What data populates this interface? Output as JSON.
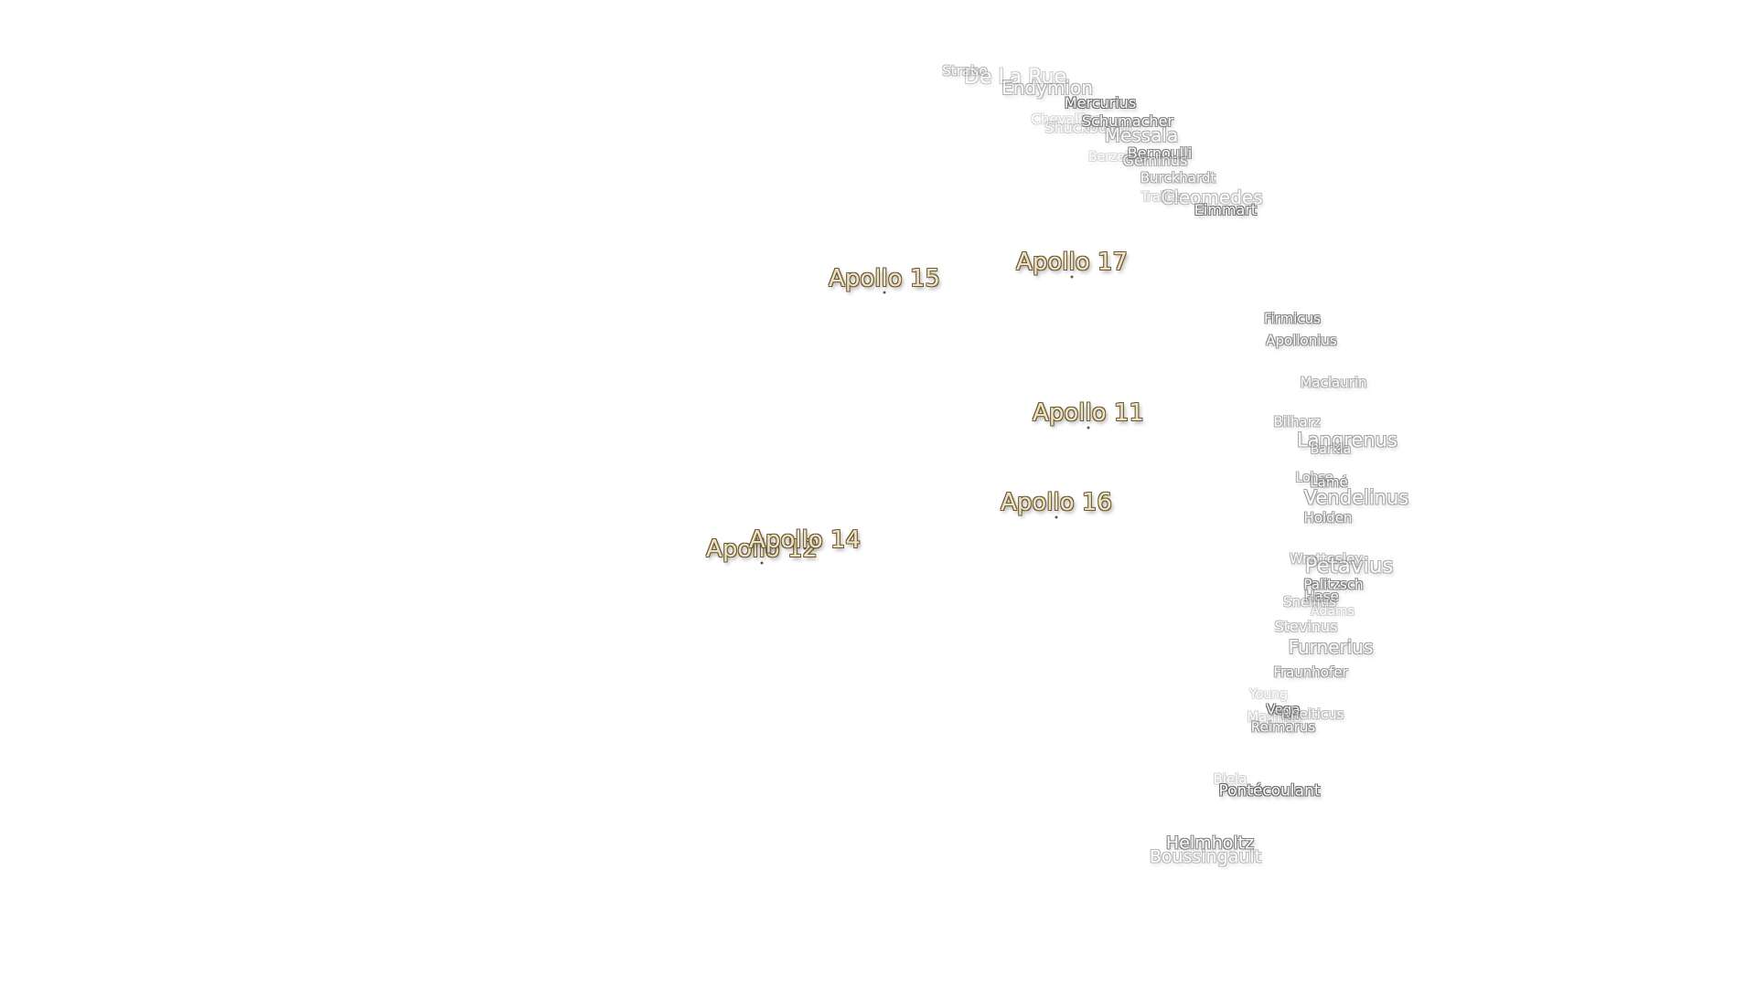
{
  "colors": {
    "background": "#ffffff",
    "feature_label": "#ffffff",
    "apollo_label": "#efe2c4",
    "apollo_outline": "#6b5a33"
  },
  "features": [
    {
      "name": "Strabo",
      "opacity": 0.45
    },
    {
      "name": "De La Rue",
      "opacity": 0.35
    },
    {
      "name": "Endymion",
      "opacity": 0.5
    },
    {
      "name": "Mercurius",
      "opacity": 1.0
    },
    {
      "name": "Chevallier",
      "opacity": 0.25
    },
    {
      "name": "Shuckburgh",
      "opacity": 0.3
    },
    {
      "name": "Schumacher",
      "opacity": 0.85
    },
    {
      "name": "Messala",
      "opacity": 0.55
    },
    {
      "name": "Berzelius",
      "opacity": 0.25
    },
    {
      "name": "Bernoulli",
      "opacity": 0.85
    },
    {
      "name": "Geminus",
      "opacity": 0.6
    },
    {
      "name": "Burckhardt",
      "opacity": 0.6
    },
    {
      "name": "Tralles",
      "opacity": 0.3
    },
    {
      "name": "Cleomedes",
      "opacity": 0.45
    },
    {
      "name": "Eimmart",
      "opacity": 0.95
    },
    {
      "name": "Firmicus",
      "opacity": 0.85
    },
    {
      "name": "Apollonius",
      "opacity": 0.75
    },
    {
      "name": "Maclaurin",
      "opacity": 0.55
    },
    {
      "name": "Bilharz",
      "opacity": 0.55
    },
    {
      "name": "Langrenus",
      "opacity": 0.6
    },
    {
      "name": "Barkla",
      "opacity": 0.55
    },
    {
      "name": "Lohse",
      "opacity": 0.6
    },
    {
      "name": "Lamé",
      "opacity": 0.75
    },
    {
      "name": "Vendelinus",
      "opacity": 0.6
    },
    {
      "name": "Holden",
      "opacity": 0.7
    },
    {
      "name": "Wrottesley",
      "opacity": 0.5
    },
    {
      "name": "Petavius",
      "opacity": 0.55
    },
    {
      "name": "Palitzsch",
      "opacity": 0.85
    },
    {
      "name": "Hase",
      "opacity": 0.75
    },
    {
      "name": "Snellius",
      "opacity": 0.45
    },
    {
      "name": "Adams",
      "opacity": 0.3
    },
    {
      "name": "Stevinus",
      "opacity": 0.45
    },
    {
      "name": "Furnerius",
      "opacity": 0.6
    },
    {
      "name": "Fraunhofer",
      "opacity": 0.65
    },
    {
      "name": "Young",
      "opacity": 0.25
    },
    {
      "name": "Vega",
      "opacity": 1.0
    },
    {
      "name": "Marinus",
      "opacity": 0.3
    },
    {
      "name": "Rheiticus",
      "opacity": 0.45
    },
    {
      "name": "Reimarus",
      "opacity": 0.7
    },
    {
      "name": "Biela",
      "opacity": 0.3
    },
    {
      "name": "Pontécoulant",
      "opacity": 1.0
    },
    {
      "name": "Helmholtz",
      "opacity": 0.85
    },
    {
      "name": "Boussingault",
      "opacity": 0.45
    }
  ],
  "apollo_sites": [
    {
      "name": "Apollo 17"
    },
    {
      "name": "Apollo 15"
    },
    {
      "name": "Apollo 11"
    },
    {
      "name": "Apollo 16"
    },
    {
      "name": "Apollo 12"
    },
    {
      "name": "Apollo 14"
    }
  ]
}
